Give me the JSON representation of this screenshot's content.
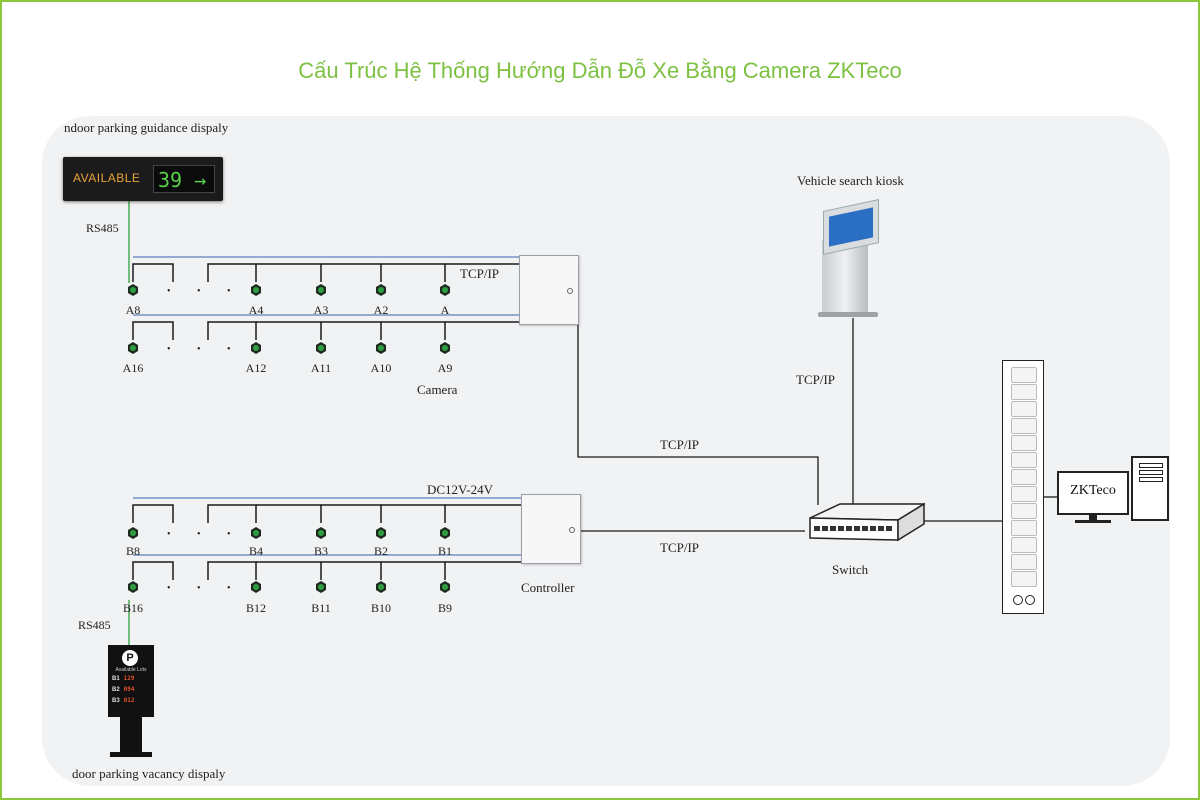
{
  "title": "Cấu Trúc Hệ Thống Hướng Dẫn Đỗ Xe Bằng Camera ZKTeco",
  "colors": {
    "title": "#7dc142",
    "frame": "#8dc63f",
    "panel": "#f1f2f3",
    "wire_black": "#1a1a1a",
    "wire_blue": "#5b7fc0",
    "wire_green": "#3da84a",
    "camera_green": "#2ea043"
  },
  "indoor_display": {
    "label": "ndoor parking guidance dispaly",
    "text": "AVAILABLE",
    "count": "39",
    "arrow": "→",
    "link_label": "RS485"
  },
  "outdoor_display": {
    "label": "door parking vacancy dispaly",
    "link_label": "RS485",
    "logo": "P",
    "caption": "Available Lots",
    "rows": [
      {
        "level": "B1",
        "value": "129"
      },
      {
        "level": "B2",
        "value": "094"
      },
      {
        "level": "B3",
        "value": "012"
      }
    ]
  },
  "camera_rows": {
    "a_top": [
      "A8",
      "A4",
      "A3",
      "A2",
      "A"
    ],
    "a_bottom": [
      "A16",
      "A12",
      "A11",
      "A10",
      "A9"
    ],
    "b_top": [
      "B8",
      "B4",
      "B3",
      "B2",
      "B1"
    ],
    "b_bottom": [
      "B16",
      "B12",
      "B11",
      "B10",
      "B9"
    ],
    "ellipsis": "• • •"
  },
  "labels": {
    "camera": "Camera",
    "controller": "Controller",
    "switch": "Switch",
    "kiosk": "Vehicle search kiosk",
    "tcpip_camera": "TCP/IP",
    "tcpip_link1": "TCP/IP",
    "tcpip_link2": "TCP/IP",
    "tcpip_kiosk": "TCP/IP",
    "power": "DC12V-24V"
  },
  "pc": {
    "screen_text": "ZKTeco"
  }
}
